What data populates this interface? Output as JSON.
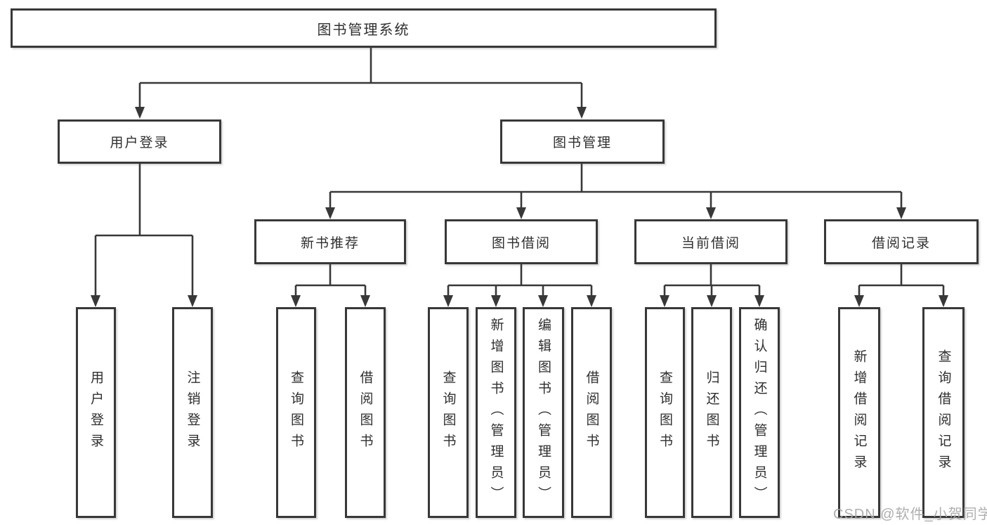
{
  "diagram": {
    "title": "图书管理系统",
    "colors": {
      "line": "#383838",
      "text": "#2f2f2f",
      "box_background": "#ffffff",
      "watermark": "#a8a8a8"
    },
    "nodes": {
      "root": "图书管理系统",
      "user_login": "用户登录",
      "book_management": "图书管理",
      "new_book_recommend": "新书推荐",
      "book_borrowing": "图书借阅",
      "current_borrowing": "当前借阅",
      "borrowing_records": "借阅记录",
      "leaf_user_login": "用户登录",
      "leaf_logout": "注销登录",
      "nb_query_books": "查询图书",
      "nb_borrow_books": "借阅图书",
      "bb_query_books": "查询图书",
      "bb_add_books_admin": "新增图书（管理员）",
      "bb_edit_books_admin": "编辑图书（管理员）",
      "bb_borrow_books": "借阅图书",
      "cb_query_books": "查询图书",
      "cb_return_books": "归还图书",
      "cb_confirm_return_admin": "确认归还（管理员）",
      "br_add_record": "新增借阅记录",
      "br_query_record": "查询借阅记录"
    }
  },
  "watermark": {
    "text": "CSDN @软件_小贺同学"
  }
}
